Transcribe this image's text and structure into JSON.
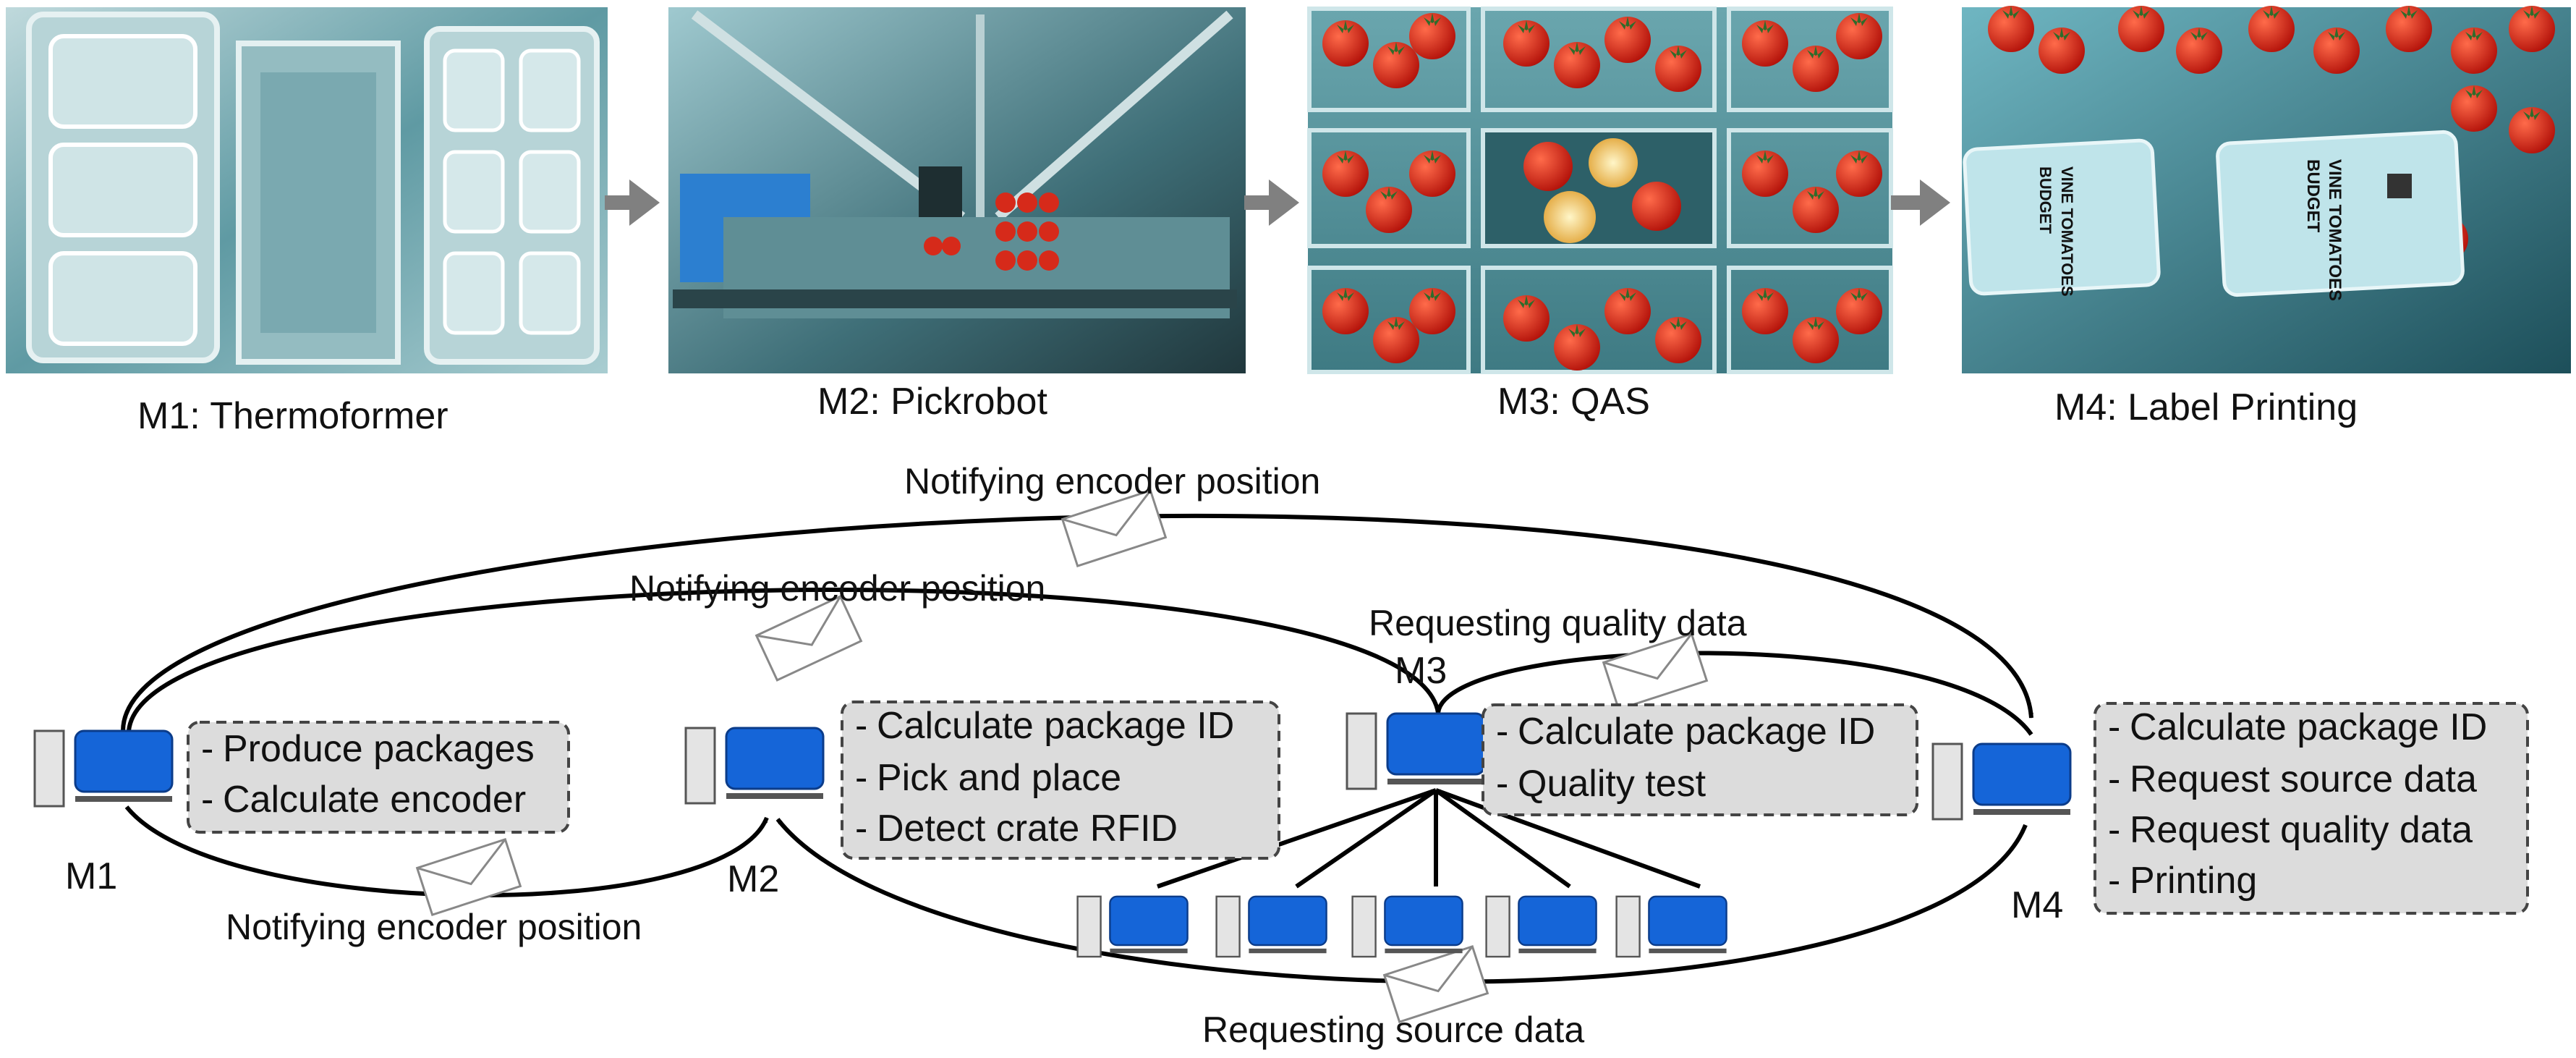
{
  "photos": [
    {
      "caption": "M1: Thermoformer",
      "scene": "thermoformer"
    },
    {
      "caption": "M2: Pickrobot",
      "scene": "pickrobot"
    },
    {
      "caption": "M3: QAS",
      "scene": "qas"
    },
    {
      "caption": "M4: Label Printing",
      "scene": "label-printing",
      "label_lines": [
        "BUDGET",
        "VINE TOMATOES"
      ]
    }
  ],
  "machines": {
    "m1": {
      "id": "M1",
      "tasks": [
        "Produce packages",
        "Calculate encoder"
      ]
    },
    "m2": {
      "id": "M2",
      "tasks": [
        "Calculate package ID",
        "Pick and place",
        "Detect crate RFID"
      ]
    },
    "m3": {
      "id": "M3",
      "tasks": [
        "Calculate package ID",
        "Quality test"
      ]
    },
    "m4": {
      "id": "M4",
      "tasks": [
        "Calculate package ID",
        "Request source data",
        "Request quality data",
        "Printing"
      ]
    }
  },
  "messages": {
    "m1_to_m4": "Notifying encoder position",
    "m1_to_m3": "Notifying encoder position",
    "m1_to_m2": "Notifying encoder position",
    "m4_to_m3": "Requesting quality data",
    "m4_to_m2": "Requesting source data"
  },
  "colors": {
    "arrow": "#808080",
    "monitor": "#1565d8",
    "tower": "#e4e4e4",
    "taskbox": "#dcdcdc"
  }
}
